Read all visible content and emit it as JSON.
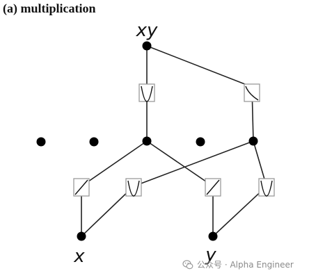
{
  "title": "(a) multiplication",
  "labels": {
    "output": "xy",
    "input_x": "x",
    "input_y": "y"
  },
  "nodes": [
    {
      "id": "out",
      "kind": "output"
    },
    {
      "id": "h1",
      "kind": "inactive"
    },
    {
      "id": "h2",
      "kind": "inactive"
    },
    {
      "id": "h3",
      "kind": "hidden"
    },
    {
      "id": "h4",
      "kind": "inactive"
    },
    {
      "id": "h5",
      "kind": "hidden"
    },
    {
      "id": "x",
      "kind": "input"
    },
    {
      "id": "y",
      "kind": "input"
    }
  ],
  "activations": [
    {
      "id": "a-out-left",
      "shape": "parabola",
      "from": "h3",
      "to": "out"
    },
    {
      "id": "a-out-right",
      "shape": "descending-curve",
      "from": "h5",
      "to": "out"
    },
    {
      "id": "a-x-h3",
      "shape": "linear",
      "from": "x",
      "to": "h3"
    },
    {
      "id": "a-x-h5",
      "shape": "parabola",
      "from": "x",
      "to": "h5"
    },
    {
      "id": "a-y-h3",
      "shape": "linear",
      "from": "y",
      "to": "h3"
    },
    {
      "id": "a-y-h5",
      "shape": "parabola",
      "from": "y",
      "to": "h5"
    }
  ],
  "watermark": {
    "text": "公众号 · Alpha Engineer",
    "icon": "wechat-icon"
  },
  "colors": {
    "node": "#000000",
    "edge": "#222222",
    "box_border": "#9a9a9a",
    "watermark": "#8a8a8a"
  }
}
